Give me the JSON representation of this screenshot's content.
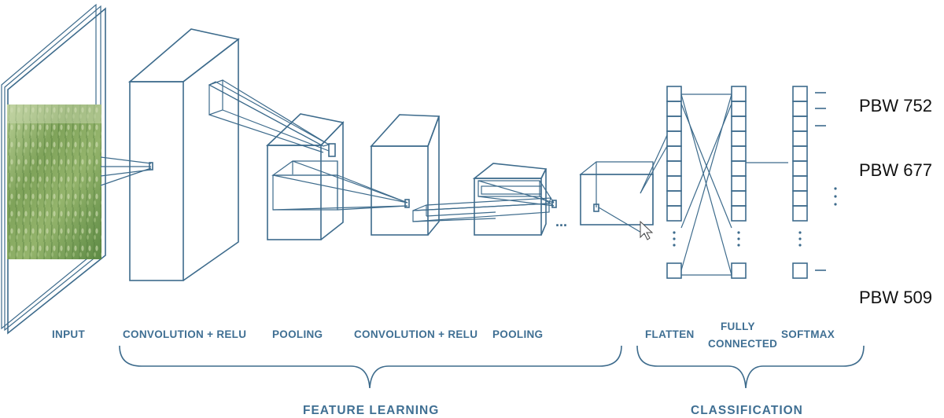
{
  "stage_labels": {
    "input": "INPUT",
    "conv1": "CONVOLUTION + RELU",
    "pool1": "POOLING",
    "conv2": "CONVOLUTION + RELU",
    "pool2": "POOLING",
    "flatten": "FLATTEN",
    "fully_connected_1": "FULLY",
    "fully_connected_2": "CONNECTED",
    "softmax": "SOFTMAX"
  },
  "group_labels": {
    "feature_learning": "FEATURE LEARNING",
    "classification": "CLASSIFICATION"
  },
  "output_classes": [
    "PBW 752",
    "PBW 677",
    "PBW 509"
  ],
  "ellipsis": "...",
  "colors": {
    "diagram_stroke": "#3d6b8c",
    "label_text": "#3f6f93",
    "class_text": "#111111",
    "photo_green": "#7fa35a"
  },
  "input_image": "wheat-field-photo"
}
